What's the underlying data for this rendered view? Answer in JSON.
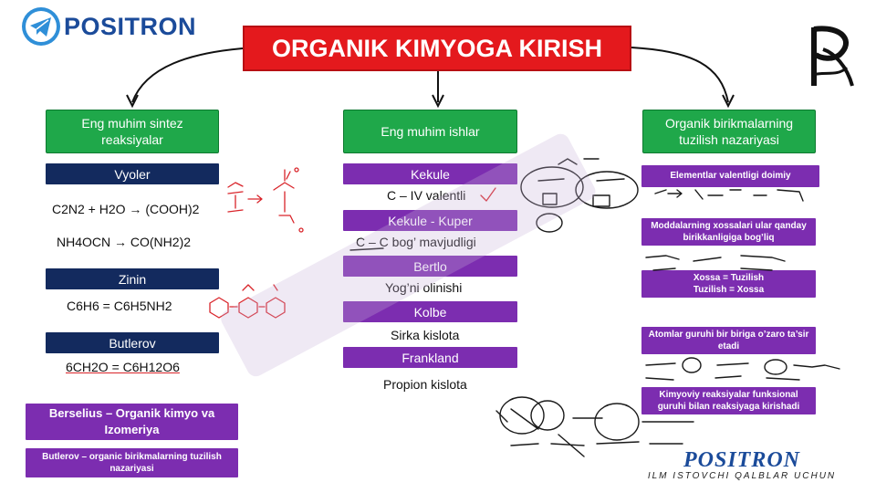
{
  "header": {
    "logo_text": "POSITRON",
    "title": "ORGANIK KIMYOGA KIRISH"
  },
  "columns": {
    "left": {
      "heading": "Eng muhim sintez reaksiyalar",
      "vyoler": {
        "label": "Vyoler",
        "eq1": "C2N2 + H2O → (COOH)2",
        "eq2": "NH4OCN → CO(NH2)2"
      },
      "zinin": {
        "label": "Zinin",
        "eq": "C6H6  = C6H5NH2"
      },
      "butlerov": {
        "label": "Butlerov",
        "eq": "6CH2O = C6H12O6"
      },
      "berselius": "Berselius – Organik kimyo va Izomeriya",
      "butlerov_theory": "Butlerov – organic birikmalarning tuzilish nazariyasi"
    },
    "middle": {
      "heading": "Eng muhim ishlar",
      "items": [
        {
          "label": "Kekule",
          "text": "C – IV valentli"
        },
        {
          "label": "Kekule - Kuper",
          "text": "C – C bog’ mavjudligi"
        },
        {
          "label": "Bertlo",
          "text": "Yog’ni olinishi"
        },
        {
          "label": "Kolbe",
          "text": "Sirka kislota"
        },
        {
          "label": "Frankland",
          "text": "Propion kislota"
        }
      ]
    },
    "right": {
      "heading": "Organik birikmalarning tuzilish nazariyasi",
      "items": [
        "Elementlar valentligi doimiy",
        "Moddalarning xossalari ular qanday birikkanligiga bog’liq",
        "Xossa = Tuzilish",
        "Tuzilish = Xossa",
        "Atomlar guruhi bir biriga o’zaro ta’sir etadi",
        "Kimyoviy reaksiyalar funksional guruhi bilan reaksiyaga kirishadi"
      ]
    }
  },
  "footer": {
    "brand": "POSITRON",
    "slogan": "ILM ISTOVCHI QALBLAR UCHUN"
  },
  "colors": {
    "title_red": "#e4191d",
    "green": "#1fa84a",
    "navy": "#132a5e",
    "purple": "#7c2db0",
    "logo_blue": "#1b4b9a"
  },
  "icons": [
    "telegram-icon",
    "positron-p-emblem"
  ]
}
